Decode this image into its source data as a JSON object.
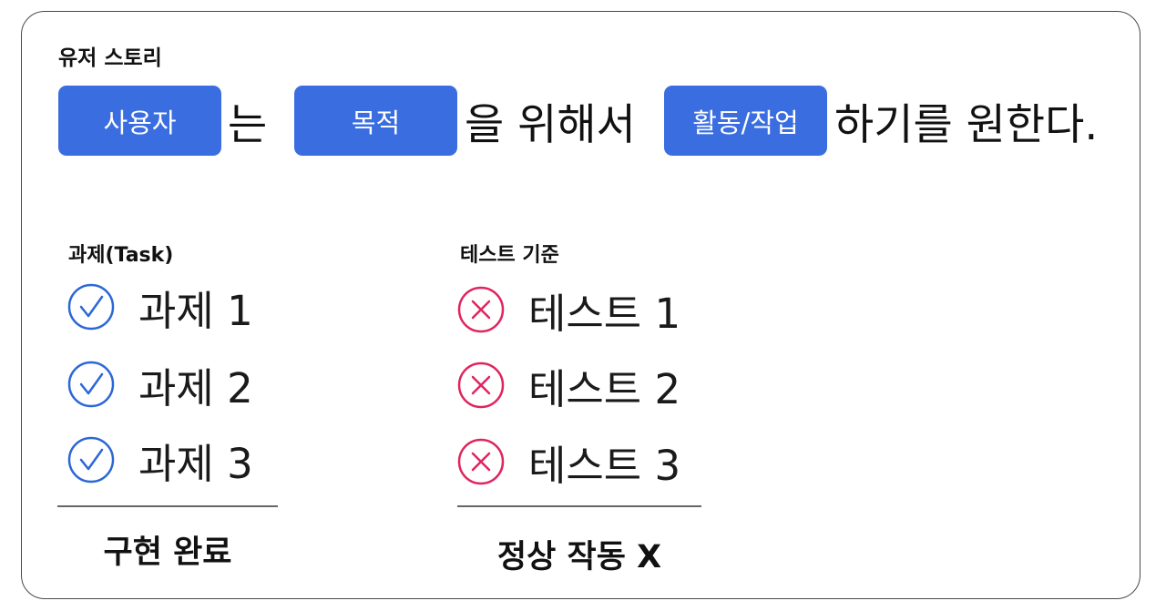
{
  "story": {
    "title": "유저 스토리",
    "segments": {
      "actor": "사용자",
      "t1": "는",
      "purpose": "목적",
      "t2": "을 위해서",
      "activity": "활동/작업",
      "t3": "하기를 원한다."
    }
  },
  "tasks": {
    "title": "과제(Task)",
    "items": [
      "과제 1",
      "과제 2",
      "과제 3"
    ],
    "status_icon": "check-circle-icon",
    "result": "구현 완료"
  },
  "tests": {
    "title": "테스트 기준",
    "items": [
      "테스트 1",
      "테스트 2",
      "테스트 3"
    ],
    "status_icon": "x-circle-icon",
    "result": "정상 작동 X"
  },
  "colors": {
    "accent_blue": "#3a6ee0",
    "check_blue": "#2b67d6",
    "fail_pink": "#e0245e"
  }
}
